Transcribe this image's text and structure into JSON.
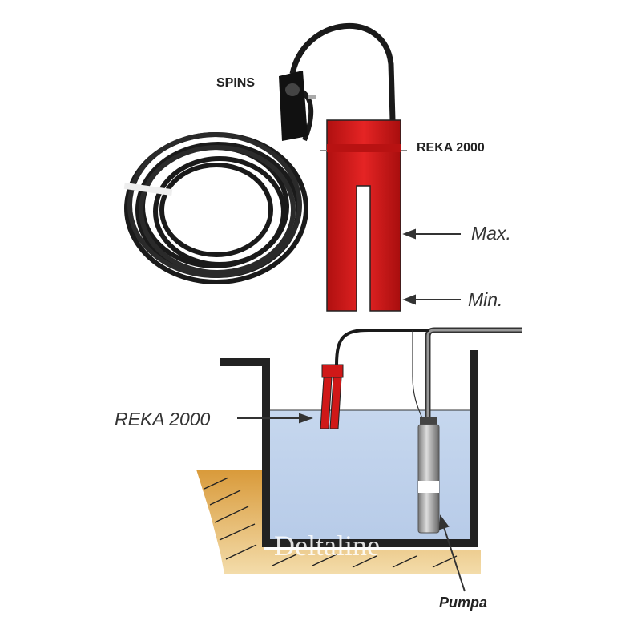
{
  "labels": {
    "plug": "SPINS",
    "sensor_top": "REKA 2000",
    "max": "Max.",
    "min": "Min.",
    "sensor_tank": "REKA 2000",
    "pump": "Pumpa"
  },
  "watermark": "Deltaline",
  "colors": {
    "sensor_red": "#d91c1c",
    "cable": "#1a1a1a",
    "water": "#c9d9ee",
    "ground": "#e8c07a"
  }
}
